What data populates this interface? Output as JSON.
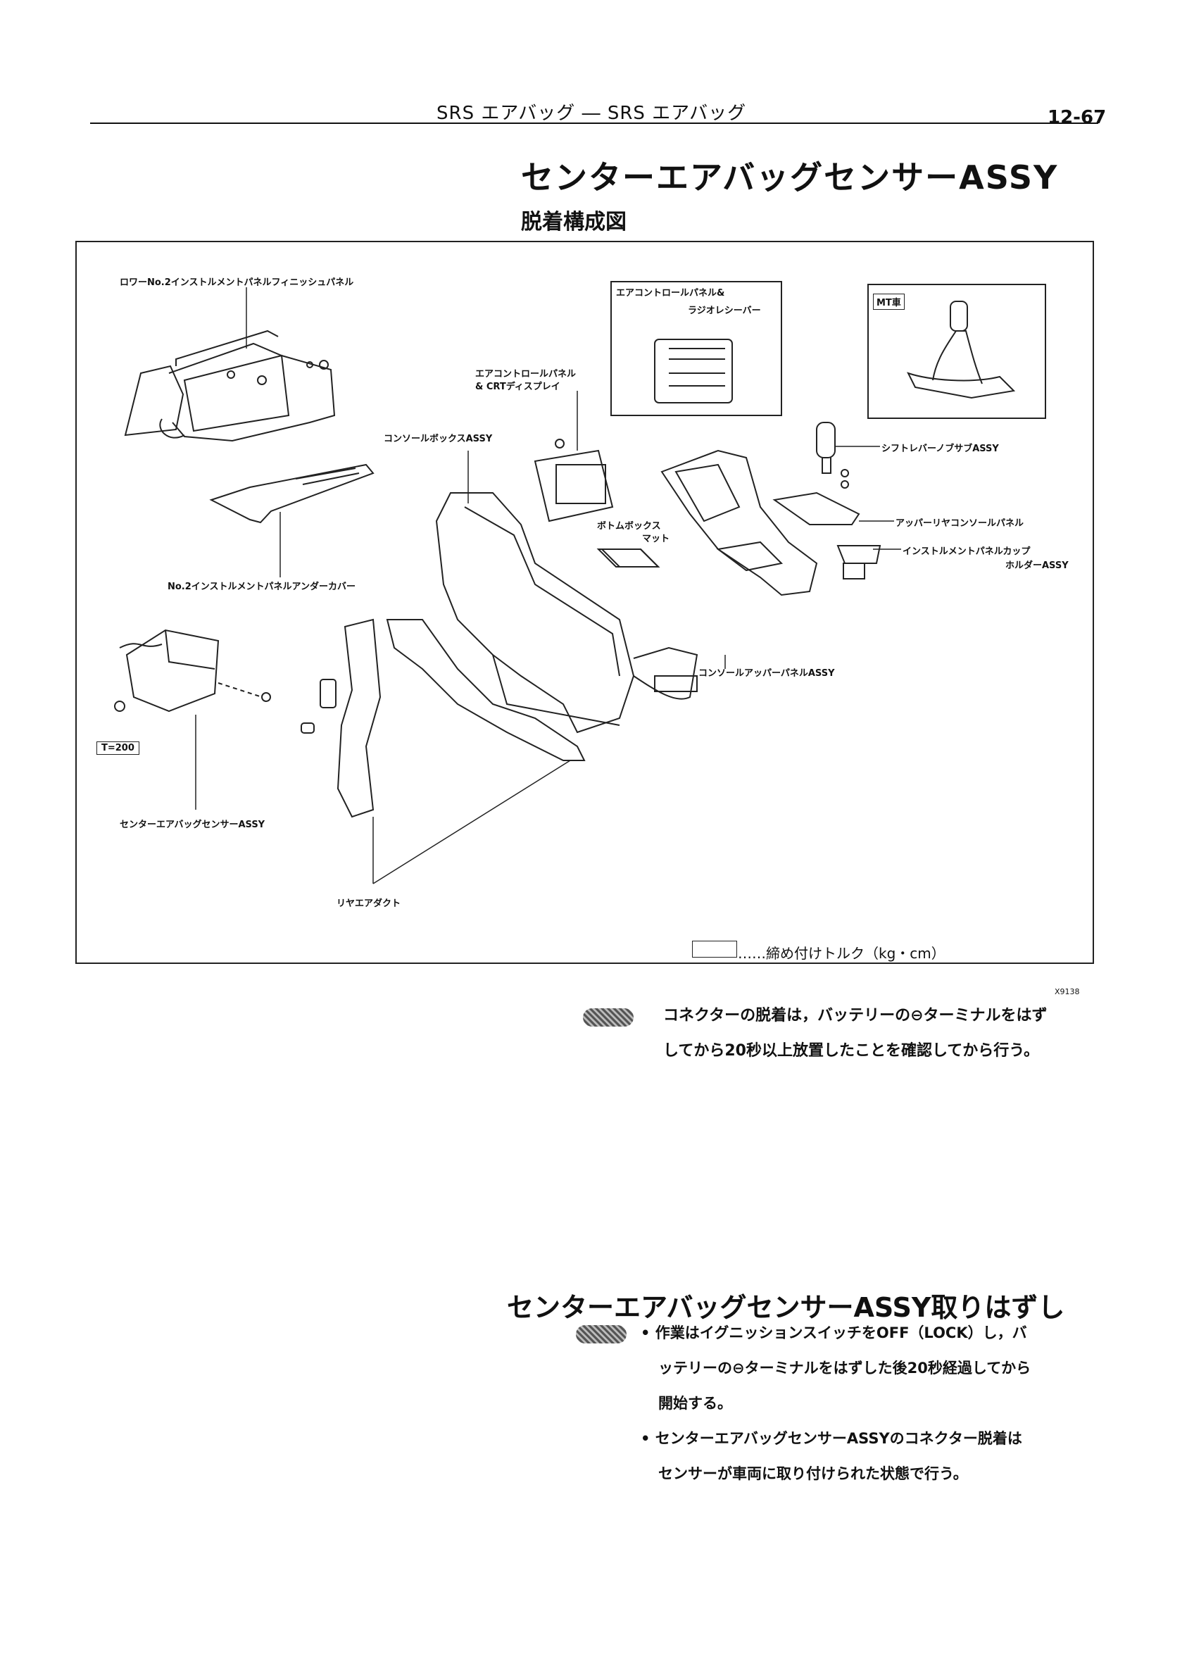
{
  "header": {
    "section": "SRS エアバッグ ― SRS エアバッグ",
    "page_number": "12-67"
  },
  "title": "センターエアバッグセンサーASSY",
  "subtitle": "脱着構成図",
  "diagram": {
    "labels": {
      "lower_finish_panel": "ロワーNo.2インストルメントパネルフィニッシュパネル",
      "under_cover": "No.2インストルメントパネルアンダーカバー",
      "ac_radio_line1": "エアコントロールパネル&",
      "ac_radio_line2": "ラジオレシーバー",
      "ac_crt_line1": "エアコントロールパネル",
      "ac_crt_line2": "& CRTディスプレイ",
      "mt_car": "MT車",
      "console_box": "コンソールボックスASSY",
      "shift_knob": "シフトレバーノブサブASSY",
      "bottom_box_mat_line1": "ボトムボックス",
      "bottom_box_mat_line2": "マット",
      "upper_rear_console": "アッパーリヤコンソールパネル",
      "cup_holder_line1": "インストルメントパネルカップ",
      "cup_holder_line2": "ホルダーASSY",
      "console_upper_panel": "コンソールアッパーパネルASSY",
      "torque_value": "T=200",
      "center_sensor": "センターエアバッグセンサーASSY",
      "rear_duct": "リヤエアダクト"
    },
    "legend": "……締め付けトルク（kg・cm）",
    "figure_id": "X9138"
  },
  "notes": {
    "caution_line1": "コネクターの脱着は，バッテリーの⊖ターミナルをはず",
    "caution_line2": "してから20秒以上放置したことを確認してから行う。"
  },
  "removal": {
    "heading": "センターエアバッグセンサーASSY取りはずし",
    "bullets": [
      {
        "l1": "• 作業はイグニッションスイッチをOFF（LOCK）し，バ",
        "l2": "ッテリーの⊖ターミナルをはずした後20秒経過してから",
        "l3": "開始する。"
      },
      {
        "l1": "• センターエアバッグセンサーASSYのコネクター脱着は",
        "l2": "センサーが車両に取り付けられた状態で行う。"
      }
    ]
  }
}
